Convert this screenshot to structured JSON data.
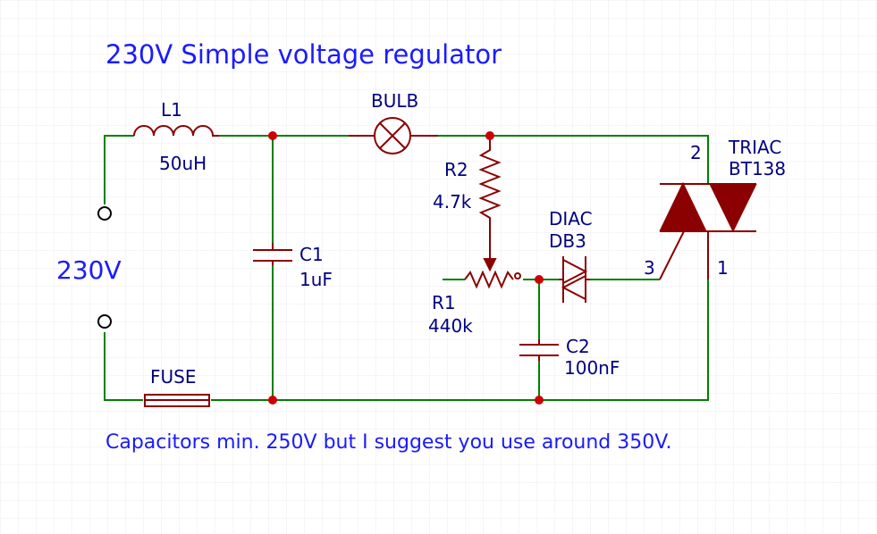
{
  "title": "230V Simple voltage regulator",
  "source_label": "230V",
  "note": "Capacitors min. 250V but I suggest you use around 350V.",
  "components": {
    "inductor": {
      "ref": "L1",
      "value": "50uH"
    },
    "bulb": {
      "ref": "BULB"
    },
    "cap1": {
      "ref": "C1",
      "value": "1uF"
    },
    "r2": {
      "ref": "R2",
      "value": "4.7k"
    },
    "r1": {
      "ref": "R1",
      "value": "440k"
    },
    "diac": {
      "type": "DIAC",
      "part": "DB3"
    },
    "cap2": {
      "ref": "C2",
      "value": "100nF"
    },
    "triac": {
      "type": "TRIAC",
      "part": "BT138",
      "pin_a2": "2",
      "pin_a1": "1",
      "pin_gate": "3"
    },
    "fuse": {
      "ref": "FUSE"
    }
  },
  "colors": {
    "title_text": "#1a1aff",
    "label_text": "#000080",
    "wire": "#008000",
    "component": "#8b0000",
    "junction": "#cc0000",
    "grid": "#ececec"
  }
}
